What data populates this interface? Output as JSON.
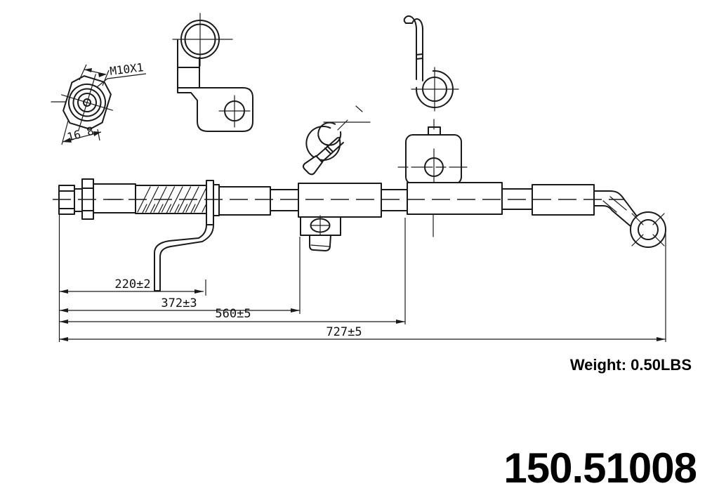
{
  "page": {
    "background": "#ffffff",
    "line_color": "#1a1a1a"
  },
  "callouts": {
    "thread": "M10X1",
    "fitting_size": "16 8"
  },
  "dimensions": {
    "d220": "220±2",
    "d372": "372±3",
    "d560": "560±5",
    "d727": "727±5"
  },
  "footer": {
    "weight": "Weight: 0.50LBS",
    "part_number": "150.51008"
  }
}
